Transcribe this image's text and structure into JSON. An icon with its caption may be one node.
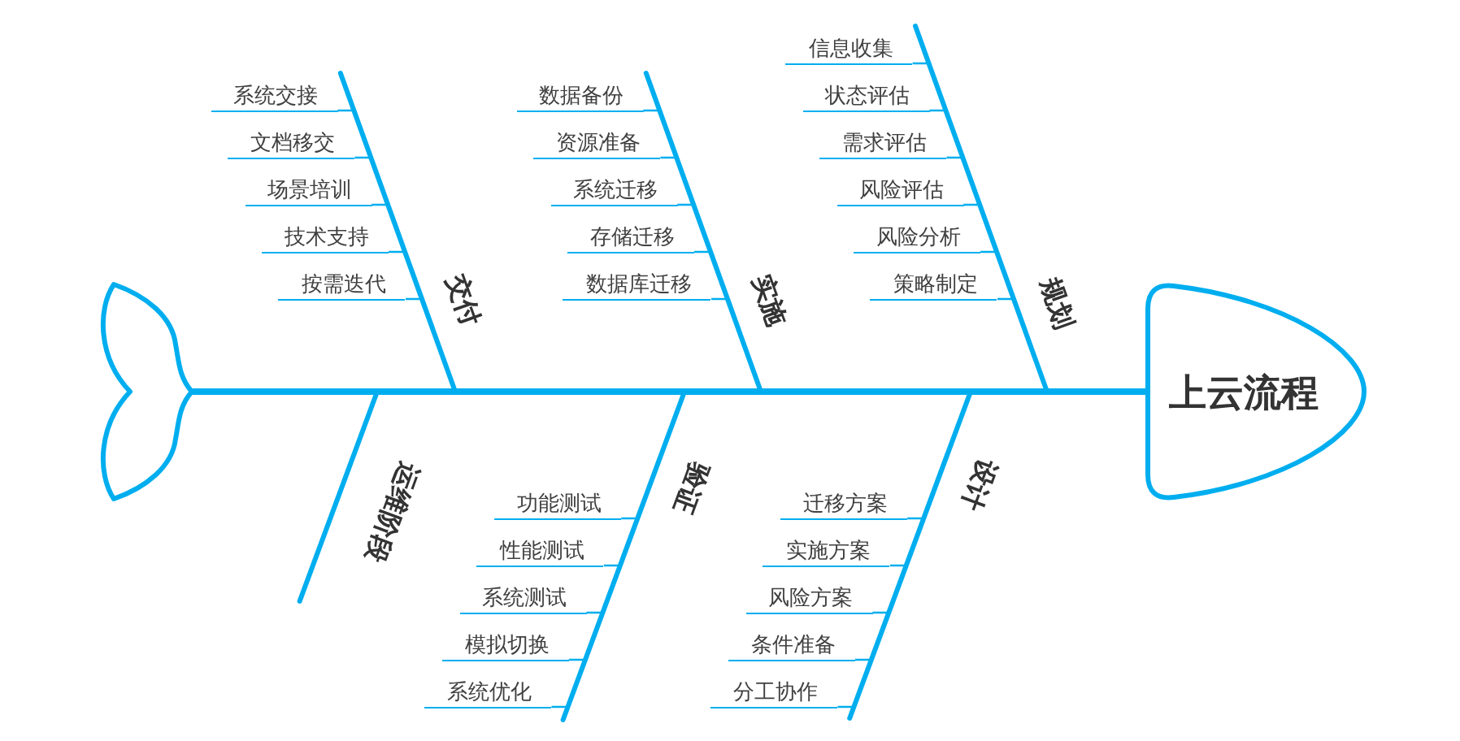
{
  "diagram": {
    "nodes": [
      {
        "text": [
          "上云流程"
        ]
      },
      {
        "text": [],
        "shape": "tail"
      },
      {
        "text": [
          "交付"
        ]
      },
      {
        "text": [
          "系统交接"
        ]
      },
      {
        "text": [
          "文档移交"
        ]
      },
      {
        "text": [
          "场景培训"
        ]
      },
      {
        "text": [
          "技术支持"
        ]
      },
      {
        "text": [
          "按需迭代"
        ]
      },
      {
        "text": [
          "实施"
        ]
      },
      {
        "text": [
          "数据备份"
        ]
      },
      {
        "text": [
          "资源准备"
        ]
      },
      {
        "text": [
          "系统迁移"
        ]
      },
      {
        "text": [
          "存储迁移"
        ]
      },
      {
        "text": [
          "数据库迁移"
        ]
      },
      {
        "text": [
          "规划"
        ]
      },
      {
        "text": [
          "信息收集"
        ]
      },
      {
        "text": [
          "状态评估"
        ]
      },
      {
        "text": [
          "需求评估"
        ]
      },
      {
        "text": [
          "风险评估"
        ]
      },
      {
        "text": [
          "风险分析"
        ]
      },
      {
        "text": [
          "策略制定"
        ]
      },
      {
        "text": [
          "运维阶段"
        ]
      },
      {
        "text": [
          "验证"
        ]
      },
      {
        "text": [
          "功能测试"
        ]
      },
      {
        "text": [
          "性能测试"
        ]
      },
      {
        "text": [
          "系统测试"
        ]
      },
      {
        "text": [
          "模拟切换"
        ]
      },
      {
        "text": [
          "系统优化"
        ]
      },
      {
        "text": [
          "设计"
        ]
      },
      {
        "text": [
          "迁移方案"
        ]
      },
      {
        "text": [
          "实施方案"
        ]
      },
      {
        "text": [
          "风险方案"
        ]
      },
      {
        "text": [
          "条件准备"
        ]
      },
      {
        "text": [
          "分工协作"
        ]
      }
    ],
    "edges": [
      {
        "from": 1,
        "to": 0,
        "arrow": "none",
        "style": "thick"
      },
      {
        "from": 2,
        "to": 0,
        "arrow": "none",
        "style": "thick"
      },
      {
        "from": 3,
        "to": 2,
        "arrow": "none"
      },
      {
        "from": 4,
        "to": 2,
        "arrow": "none"
      },
      {
        "from": 5,
        "to": 2,
        "arrow": "none"
      },
      {
        "from": 6,
        "to": 2,
        "arrow": "none"
      },
      {
        "from": 7,
        "to": 2,
        "arrow": "none"
      },
      {
        "from": 8,
        "to": 0,
        "arrow": "none",
        "style": "thick"
      },
      {
        "from": 9,
        "to": 8,
        "arrow": "none"
      },
      {
        "from": 10,
        "to": 8,
        "arrow": "none"
      },
      {
        "from": 11,
        "to": 8,
        "arrow": "none"
      },
      {
        "from": 12,
        "to": 8,
        "arrow": "none"
      },
      {
        "from": 13,
        "to": 8,
        "arrow": "none"
      },
      {
        "from": 14,
        "to": 0,
        "arrow": "none",
        "style": "thick"
      },
      {
        "from": 15,
        "to": 14,
        "arrow": "none"
      },
      {
        "from": 16,
        "to": 14,
        "arrow": "none"
      },
      {
        "from": 17,
        "to": 14,
        "arrow": "none"
      },
      {
        "from": 18,
        "to": 14,
        "arrow": "none"
      },
      {
        "from": 19,
        "to": 14,
        "arrow": "none"
      },
      {
        "from": 20,
        "to": 14,
        "arrow": "none"
      },
      {
        "from": 21,
        "to": 0,
        "arrow": "none",
        "style": "thick"
      },
      {
        "from": 22,
        "to": 0,
        "arrow": "none",
        "style": "thick"
      },
      {
        "from": 23,
        "to": 22,
        "arrow": "none"
      },
      {
        "from": 24,
        "to": 22,
        "arrow": "none"
      },
      {
        "from": 25,
        "to": 22,
        "arrow": "none"
      },
      {
        "from": 26,
        "to": 22,
        "arrow": "none"
      },
      {
        "from": 27,
        "to": 22,
        "arrow": "none"
      },
      {
        "from": 28,
        "to": 0,
        "arrow": "none",
        "style": "thick"
      },
      {
        "from": 29,
        "to": 28,
        "arrow": "none"
      },
      {
        "from": 30,
        "to": 28,
        "arrow": "none"
      },
      {
        "from": 31,
        "to": 28,
        "arrow": "none"
      },
      {
        "from": 32,
        "to": 28,
        "arrow": "none"
      },
      {
        "from": 33,
        "to": 28,
        "arrow": "none"
      }
    ]
  }
}
